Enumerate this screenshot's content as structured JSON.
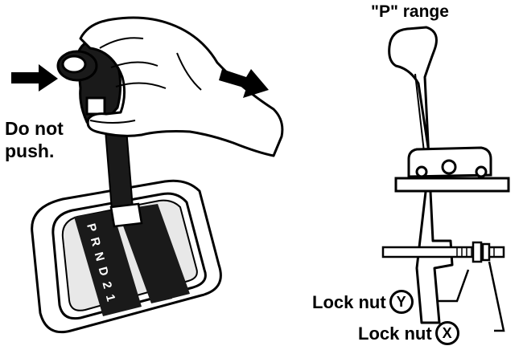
{
  "labels": {
    "do_not": "Do not",
    "push": "push.",
    "p_range": "\"P\" range",
    "lock_nut_y": "Lock nut",
    "lock_nut_y_letter": "Y",
    "lock_nut_x": "Lock nut",
    "lock_nut_x_letter": "X",
    "gate_positions": "P R N D 2 1"
  },
  "colors": {
    "ink": "#000000",
    "paper": "#ffffff",
    "shade": "#1a1a1a"
  }
}
